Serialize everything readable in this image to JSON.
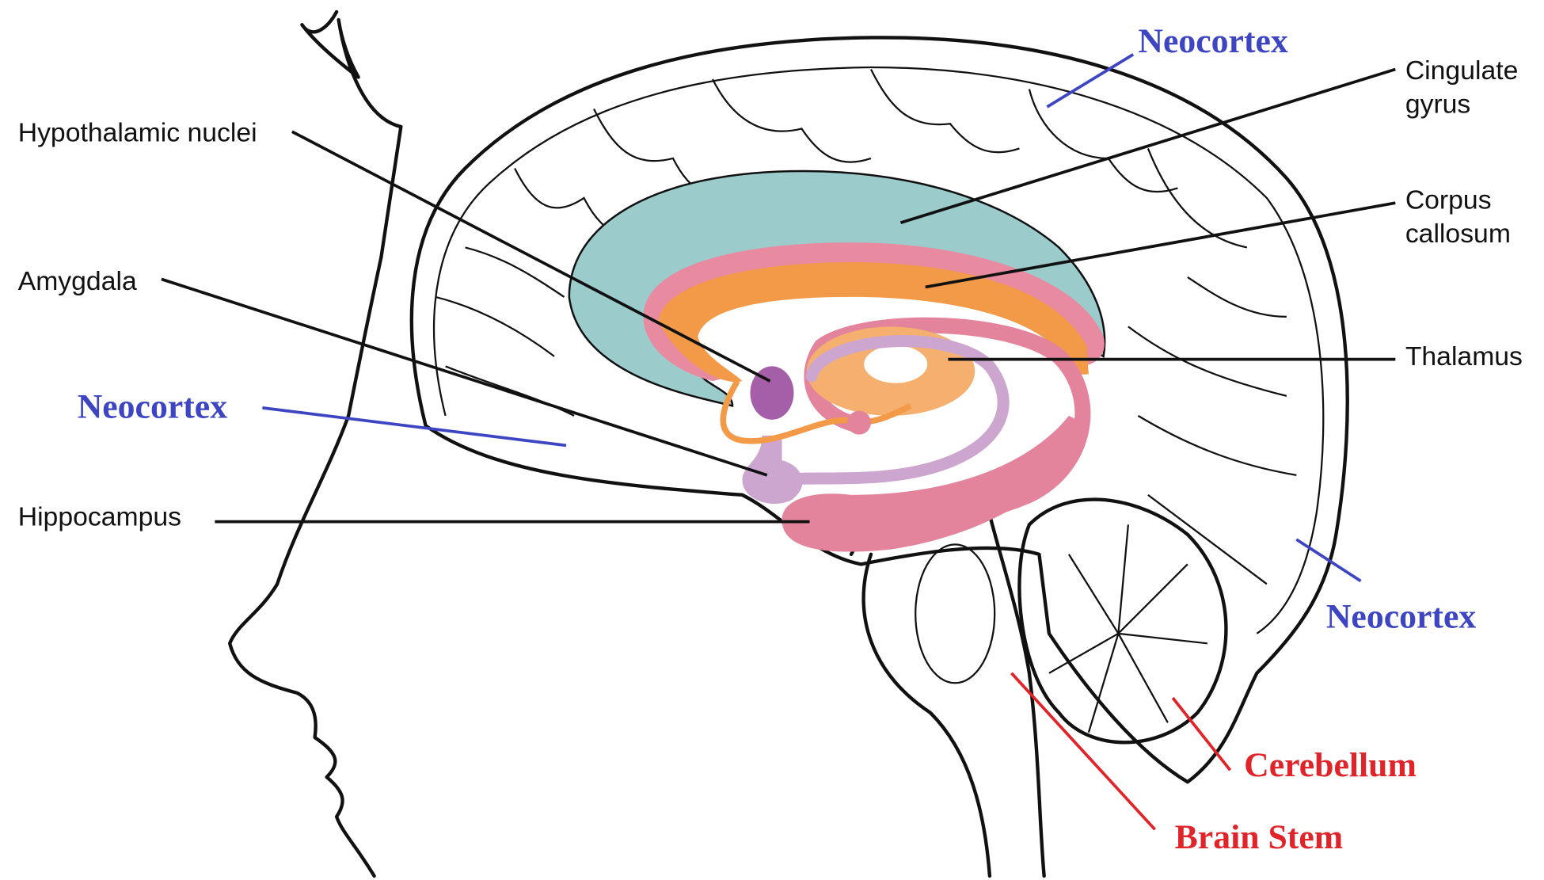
{
  "title": "Limbic system sagittal brain diagram",
  "colors": {
    "neocortex_label": "#3d45c2",
    "red_label": "#e0242a",
    "cingulate": "#9ccbcc",
    "corpus_callosum_outer": "#e88aa0",
    "corpus_callosum_inner": "#f29a48",
    "thalamus": "#f5b070",
    "hypothalamic_nuclei": "#a55ea8",
    "amygdala_path": "#cda6d0",
    "hippocampus": "#e4839c"
  },
  "labels": {
    "hypothalamic_nuclei": "Hypothalamic nuclei",
    "amygdala": "Amygdala",
    "hippocampus": "Hippocampus",
    "cingulate_line1": "Cingulate",
    "cingulate_line2": "gyrus",
    "corpus_line1": "Corpus",
    "corpus_line2": "callosum",
    "thalamus": "Thalamus",
    "neocortex_top": "Neocortex",
    "neocortex_left": "Neocortex",
    "neocortex_right": "Neocortex",
    "cerebellum": "Cerebellum",
    "brain_stem": "Brain Stem"
  }
}
